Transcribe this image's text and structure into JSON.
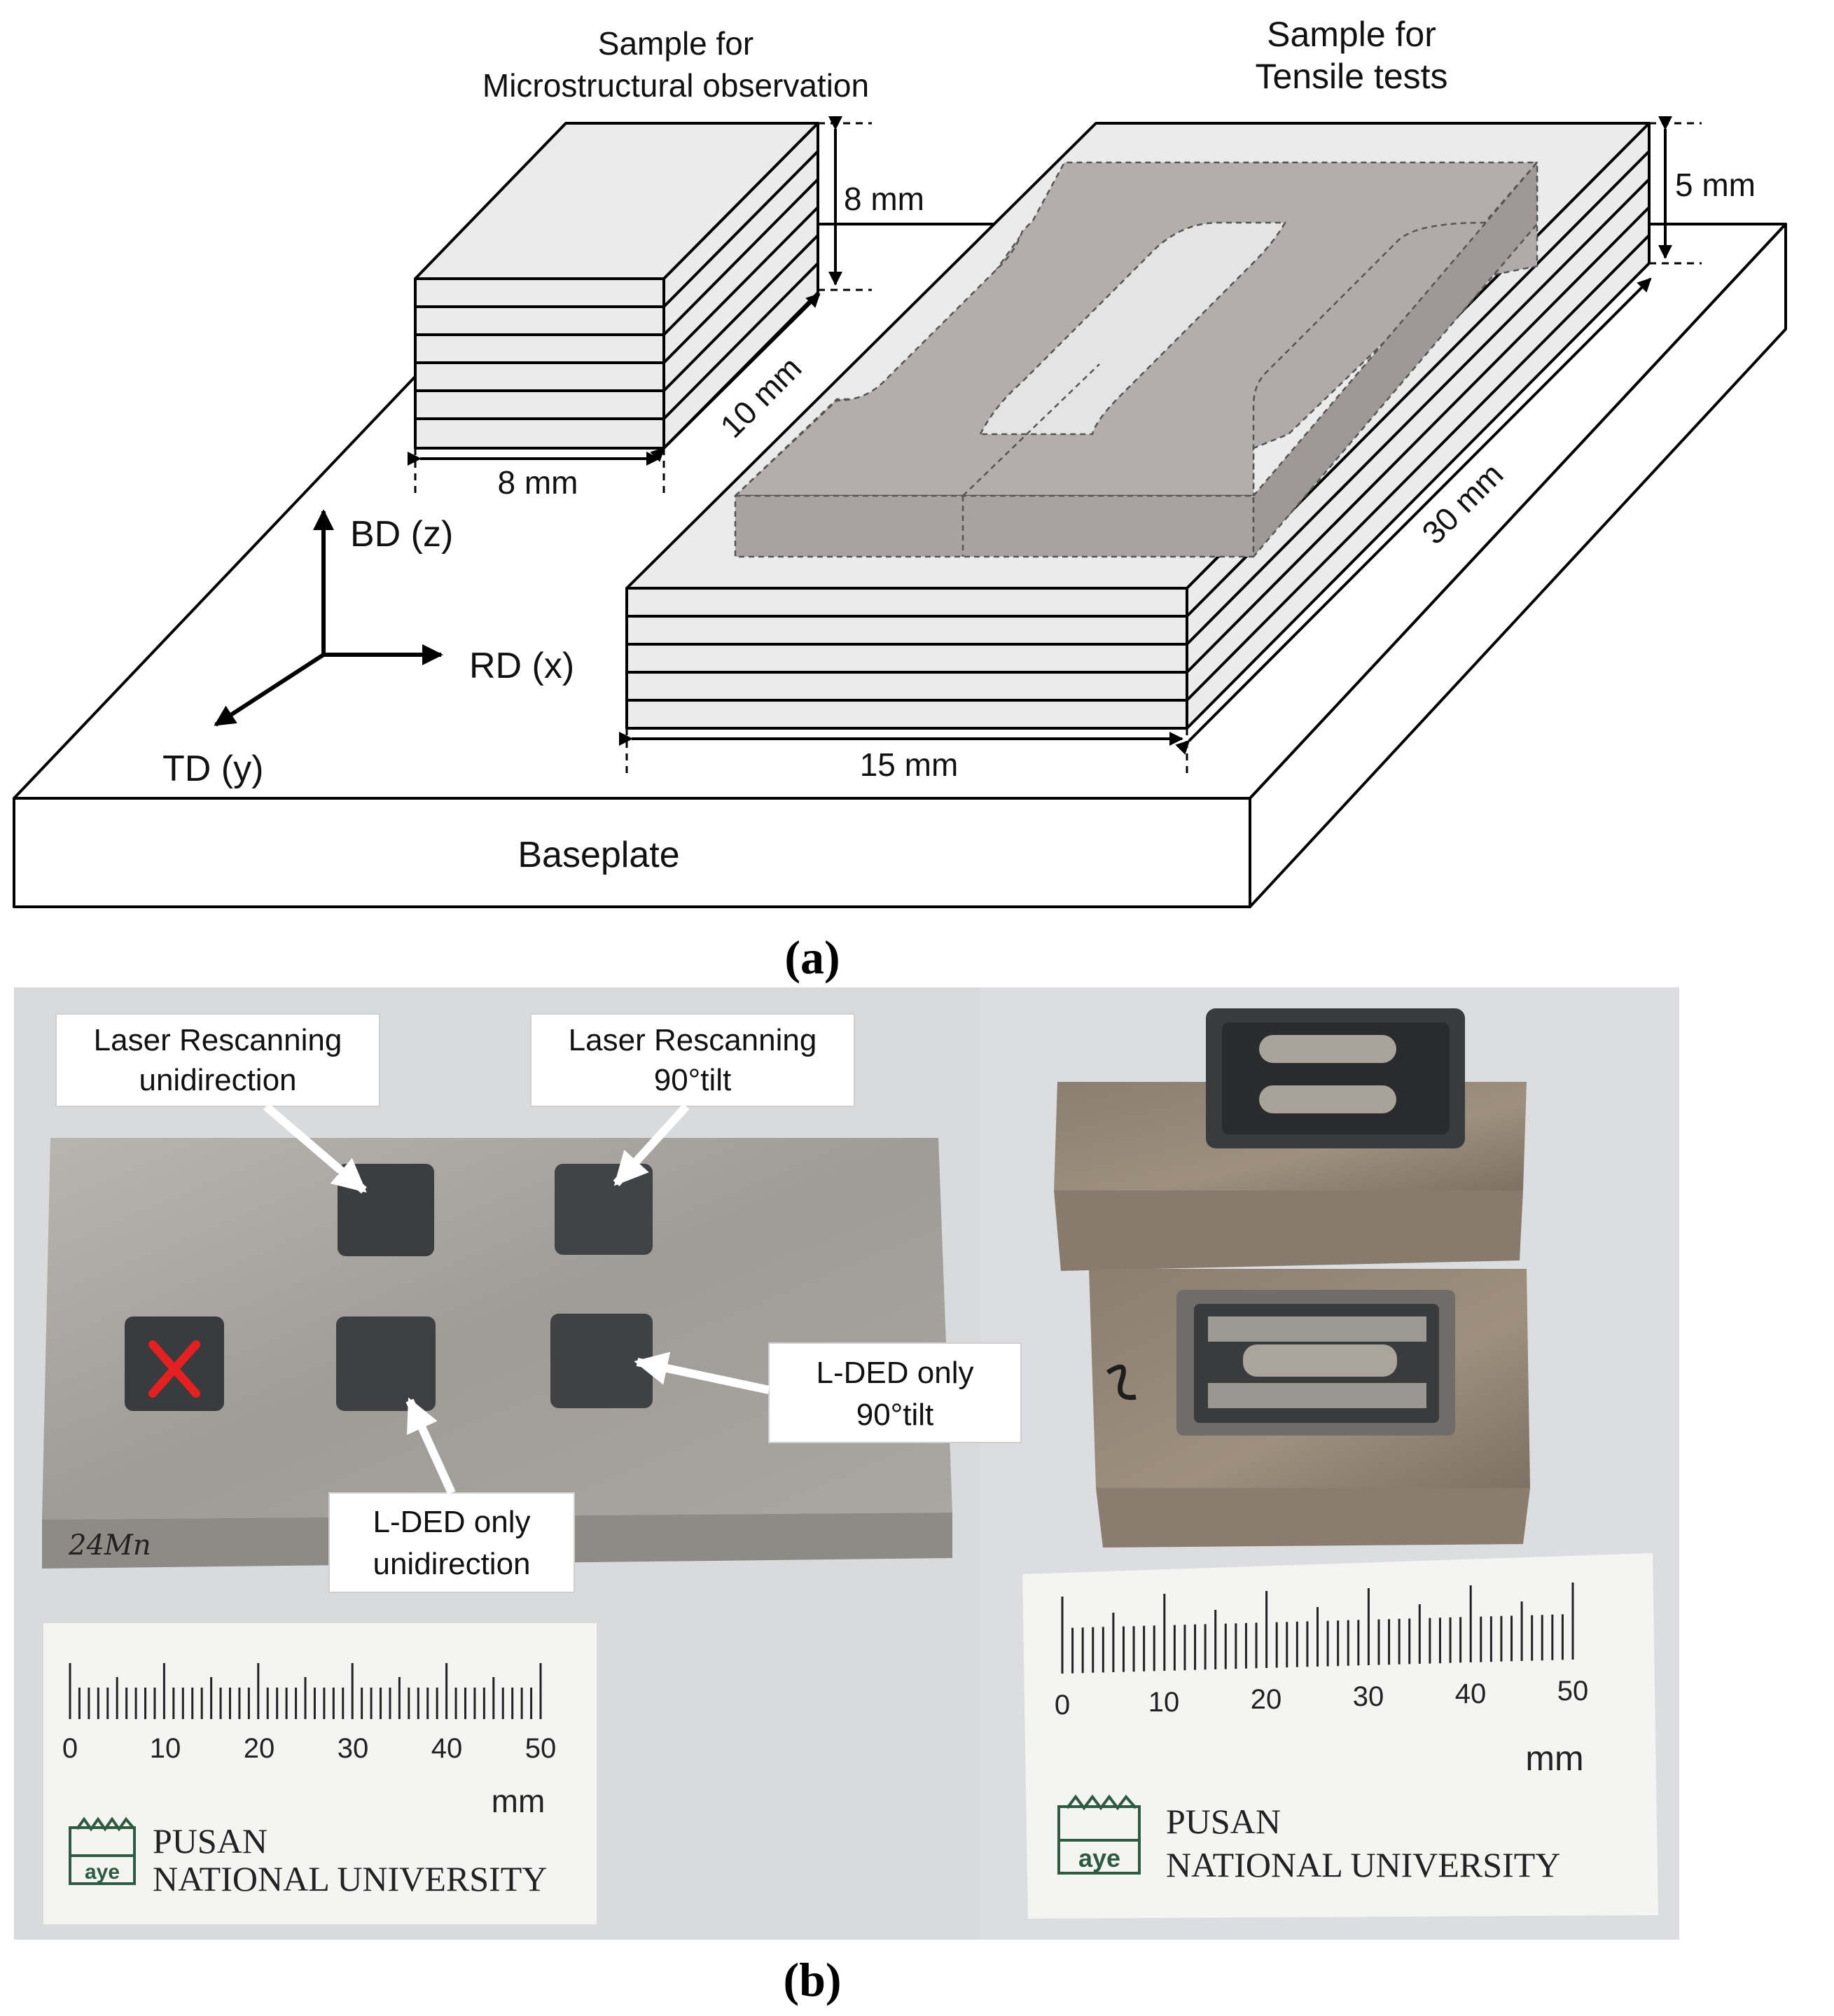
{
  "panel_a": {
    "label": "(a)",
    "micro_title_line1": "Sample for",
    "micro_title_line2": "Microstructural observation",
    "tensile_title_line1": "Sample for",
    "tensile_title_line2": "Tensile tests",
    "dim_micro_height": "8 mm",
    "dim_micro_depth": "10 mm",
    "dim_micro_width": "8 mm",
    "dim_tensile_height": "5 mm",
    "dim_tensile_depth": "30 mm",
    "dim_tensile_width": "15 mm",
    "axis_bd": "BD (z)",
    "axis_rd": "RD (x)",
    "axis_td": "TD (y)",
    "baseplate": "Baseplate"
  },
  "panel_b": {
    "label": "(b)",
    "callout_1_line1": "Laser Rescanning",
    "callout_1_line2": "unidirection",
    "callout_2_line1": "Laser Rescanning",
    "callout_2_line2": "90°tilt",
    "callout_3_line1": "L-DED only",
    "callout_3_line2": "90°tilt",
    "callout_4_line1": "L-DED only",
    "callout_4_line2": "unidirection",
    "handwriting": "24Mn",
    "ruler_left": {
      "ticks": [
        "0",
        "10",
        "20",
        "30",
        "40",
        "50"
      ],
      "unit": "mm",
      "org_line1": "PUSAN",
      "org_line2": "NATIONAL UNIVERSITY"
    },
    "ruler_right": {
      "ticks": [
        "0",
        "10",
        "20",
        "30",
        "40",
        "50"
      ],
      "unit": "mm",
      "org_line1": "PUSAN",
      "org_line2": "NATIONAL UNIVERSITY"
    }
  },
  "colors": {
    "light_face": "#ebebeb",
    "top_face": "#f2f2f2",
    "specimen_gray": "#b3aeac",
    "photo_bg": "#d9dadc",
    "metal": "#a9a6a2",
    "cross_red": "#e52020",
    "logo_green": "#2e5a40"
  }
}
